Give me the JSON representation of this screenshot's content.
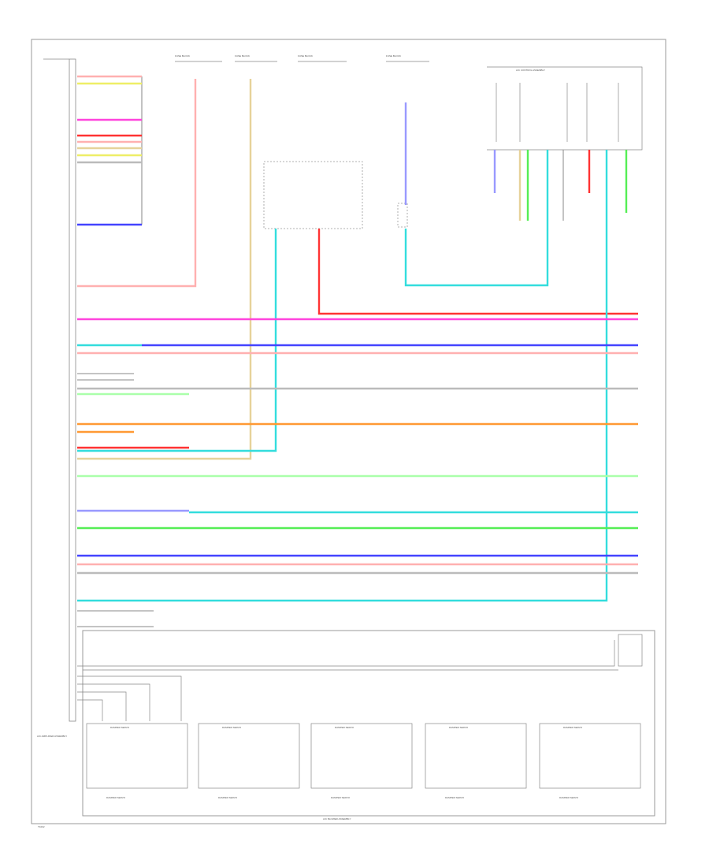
{
  "ecu": {
    "label": "A/C AMPLIFIER ASSEMBLY"
  },
  "fuse_top": [
    {
      "label": "FUSE BLOCK"
    },
    {
      "label": "FUSE BLOCK"
    },
    {
      "label": "FUSE BLOCK"
    },
    {
      "label": "FUSE BLOCK"
    }
  ],
  "controls": {
    "label": "A/C CONTROL ASSEMBLY"
  },
  "bottom_group": {
    "label": "A/C BLOWER ASSEMBLY"
  },
  "bottom_modules": [
    {
      "title": "DAMPER SERVO"
    },
    {
      "title": "DAMPER SERVO"
    },
    {
      "title": "DAMPER SERVO"
    },
    {
      "title": "DAMPER SERVO"
    },
    {
      "title": "DAMPER SERVO"
    }
  ],
  "footer": {
    "code": "T1002"
  },
  "colors": {
    "pink": "#ff44dd",
    "blue": "#4444ff",
    "red": "#ff3333",
    "orange": "#ff9933",
    "green": "#55ee55",
    "lightgreen": "#aaffaa",
    "cyan": "#33dddd",
    "tan": "#e6d29a",
    "yellow": "#eeee66",
    "rose": "#ffb0b0",
    "violet": "#9999ff",
    "gray": "#bbbbbb"
  }
}
